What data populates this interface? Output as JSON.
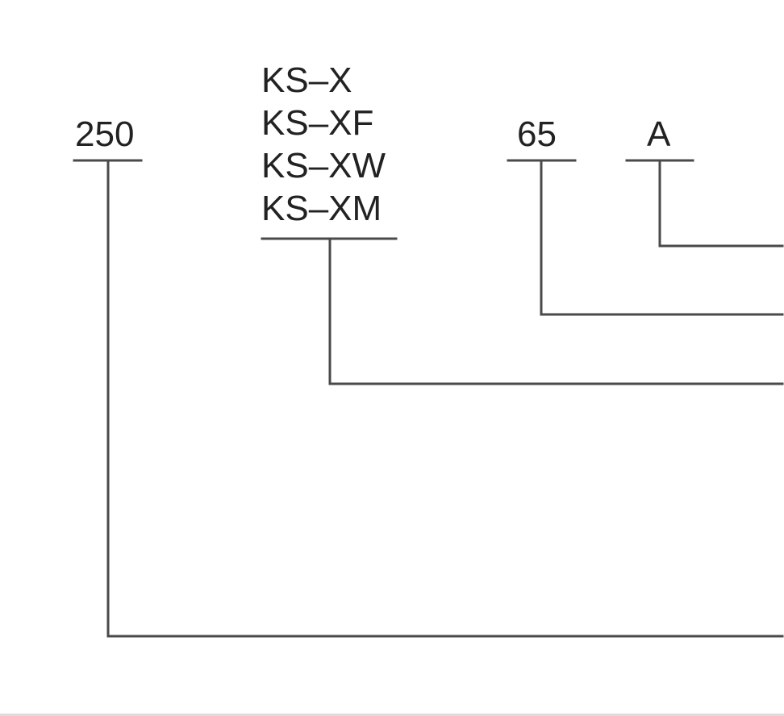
{
  "labels": {
    "size": "250",
    "series_variants": [
      "KS–X",
      "KS–XF",
      "KS–XW",
      "KS–XM"
    ],
    "number": "65",
    "code": "A"
  },
  "colors": {
    "line": "#4a4a4a",
    "text": "#222222",
    "background": "#ffffff"
  }
}
